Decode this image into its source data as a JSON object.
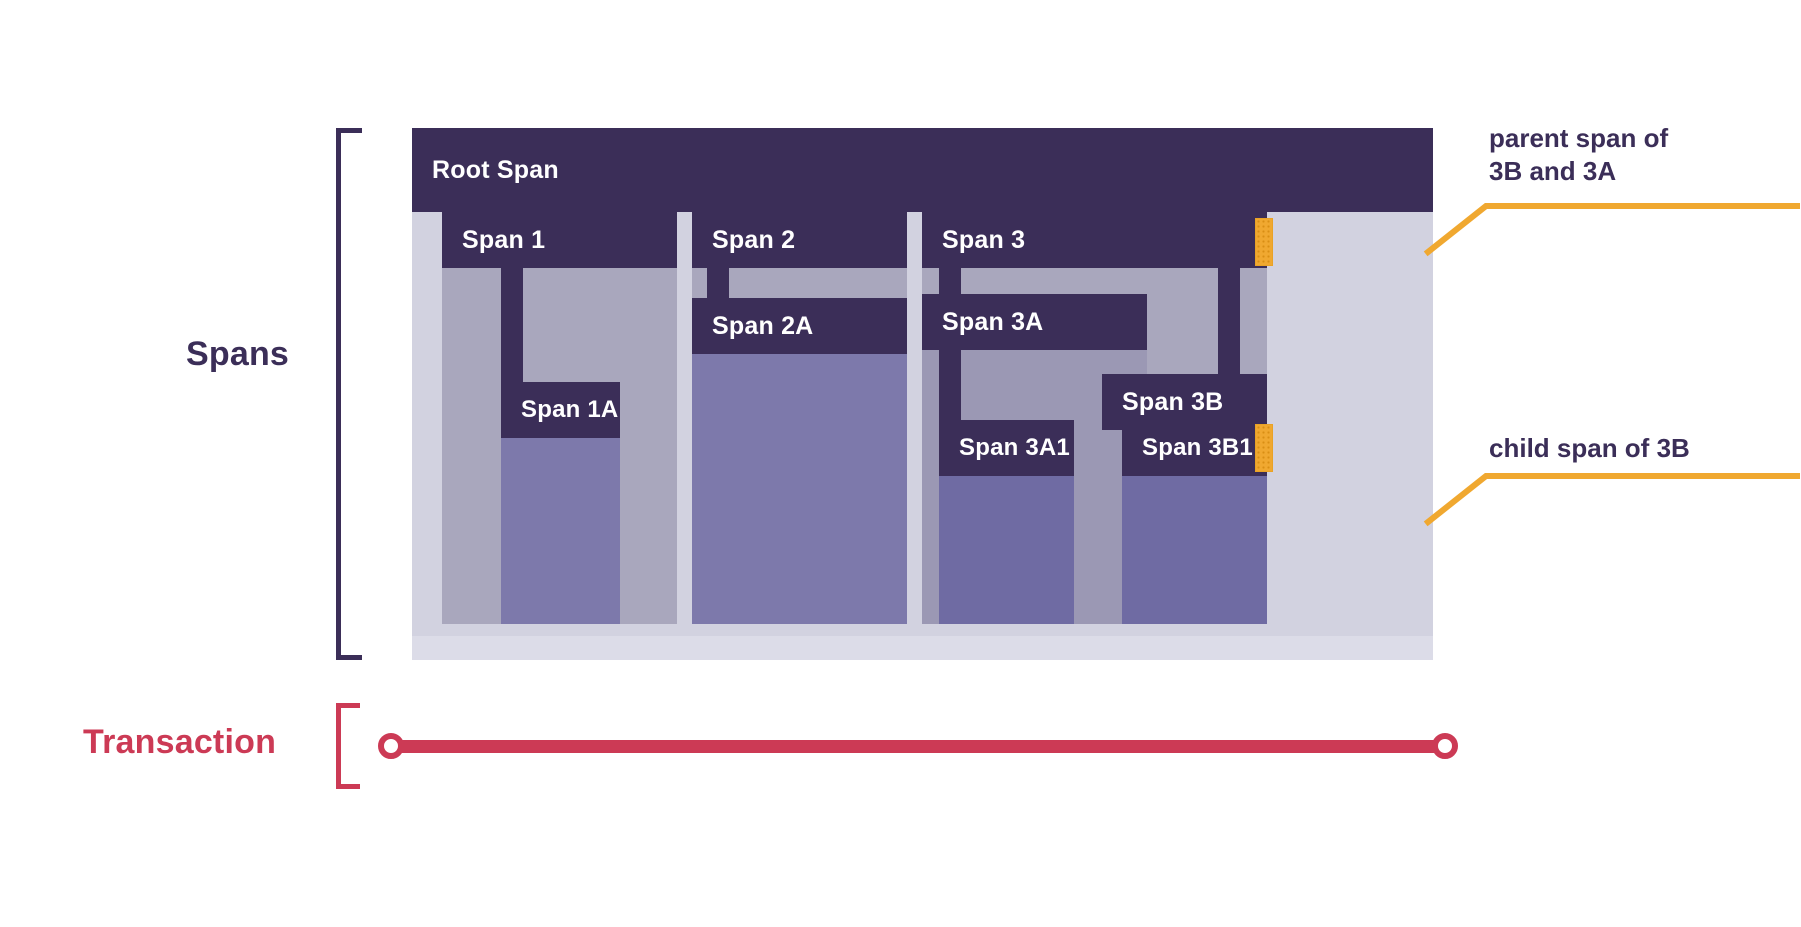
{
  "title": "Spans and Transaction",
  "colors": {
    "span_bar": "#3b2e58",
    "span_body_light": "#d2d2e0",
    "span_body_mid": "#a9a7bd",
    "span_body_deep": "#7d79ab",
    "canvas_bg": "#dcdce8",
    "highlight": "#f0a830",
    "transaction": "#cc3a55",
    "text_dark": "#3b2e58",
    "text_light": "#ffffff"
  },
  "sections": {
    "spans": {
      "label": "Spans"
    },
    "transaction": {
      "label": "Transaction"
    }
  },
  "spans": {
    "root": {
      "label": "Root Span"
    },
    "s1": {
      "label": "Span 1"
    },
    "s1a": {
      "label": "Span 1A"
    },
    "s2": {
      "label": "Span 2"
    },
    "s2a": {
      "label": "Span 2A"
    },
    "s3": {
      "label": "Span 3"
    },
    "s3a": {
      "label": "Span 3A"
    },
    "s3a1": {
      "label": "Span 3A1"
    },
    "s3b": {
      "label": "Span 3B"
    },
    "s3b1": {
      "label": "Span 3B1"
    }
  },
  "annotations": {
    "parent": {
      "text": "parent span of\n3B and 3A",
      "target": "Span 3"
    },
    "child": {
      "text": "child span of 3B",
      "target": "Span 3B1"
    }
  }
}
